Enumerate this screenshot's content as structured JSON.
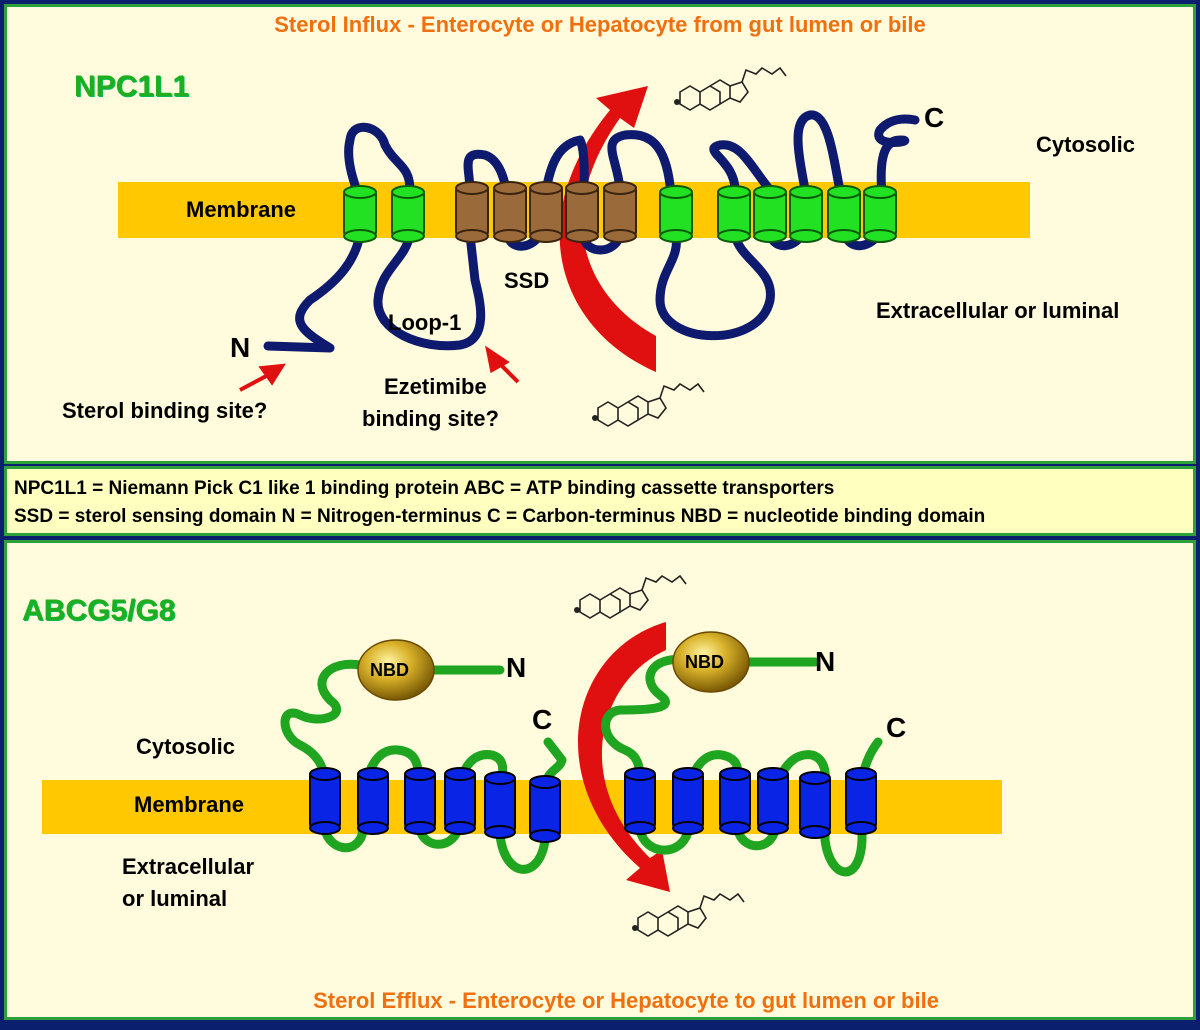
{
  "top": {
    "heading": "Sterol Influx - Enterocyte or Hepatocyte from gut lumen or bile",
    "protein": "NPC1L1",
    "membrane": "Membrane",
    "cytosolic": "Cytosolic",
    "extracellular": "Extracellular or luminal",
    "ssd": "SSD",
    "loop": "Loop-1",
    "n_term": "N",
    "c_term": "C",
    "sterol_site": "Sterol  binding site?",
    "ezetimibe_line1": "Ezetimibe",
    "ezetimibe_line2": "binding site?"
  },
  "legend": {
    "line1": "NPC1L1 = Niemann Pick C1 like 1 binding protein ABC = ATP binding cassette transporters",
    "line2": "SSD = sterol sensing domain    N = Nitrogen-terminus  C = Carbon-terminus   NBD = nucleotide binding domain"
  },
  "bottom": {
    "protein": "ABCG5/G8",
    "cytosolic": "Cytosolic",
    "membrane": "Membrane",
    "extracellular_line1": "Extracellular",
    "extracellular_line2": "or luminal",
    "nbd_left": "NBD",
    "nbd_right": "NBD",
    "n_left": "N",
    "n_right": "N",
    "c_left": "C",
    "c_right": "C",
    "heading": "Sterol Efflux - Enterocyte or Hepatocyte to gut lumen or bile"
  },
  "colors": {
    "membrane": "#ffc800",
    "npc_chain": "#0e1a6e",
    "abc_chain": "#1fa51f",
    "green_helix": "#22e022",
    "brown_helix": "#9a6a3a",
    "blue_helix": "#0a24e6",
    "arrow": "#e01010",
    "nbd": "#c9a21a"
  }
}
